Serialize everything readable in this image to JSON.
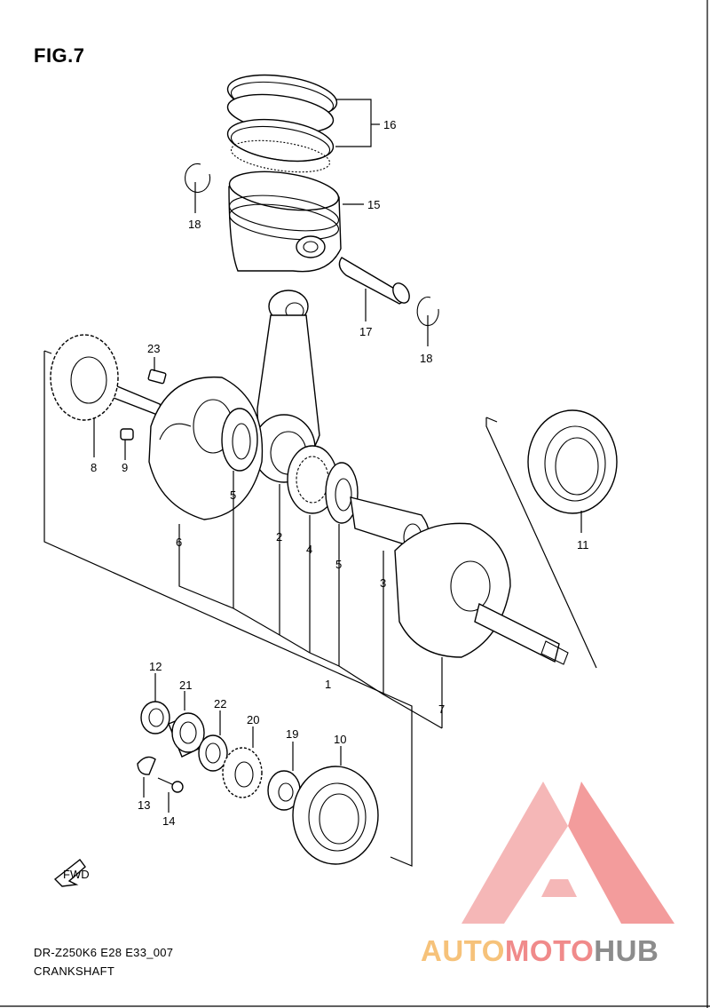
{
  "figure": {
    "title": "FIG.7"
  },
  "footer": {
    "code": "DR-Z250K6 E28 E33_007",
    "name": "CRANKSHAFT"
  },
  "watermark": {
    "part1": "AUTO",
    "part2": "MOTO",
    "part3": "HUB",
    "colors": [
      "#f6c27a",
      "#f08a8a",
      "#8c8c8c"
    ]
  },
  "direction_badge": {
    "text": "FWD"
  },
  "callouts": {
    "c1": "1",
    "c2": "2",
    "c3": "3",
    "c4": "4",
    "c5a": "5",
    "c5b": "5",
    "c6": "6",
    "c7": "7",
    "c8": "8",
    "c9": "9",
    "c10": "10",
    "c11": "11",
    "c12": "12",
    "c13": "13",
    "c14": "14",
    "c15": "15",
    "c16": "16",
    "c17": "17",
    "c18a": "18",
    "c18b": "18",
    "c19": "19",
    "c20": "20",
    "c21": "21",
    "c22": "22",
    "c23": "23"
  }
}
